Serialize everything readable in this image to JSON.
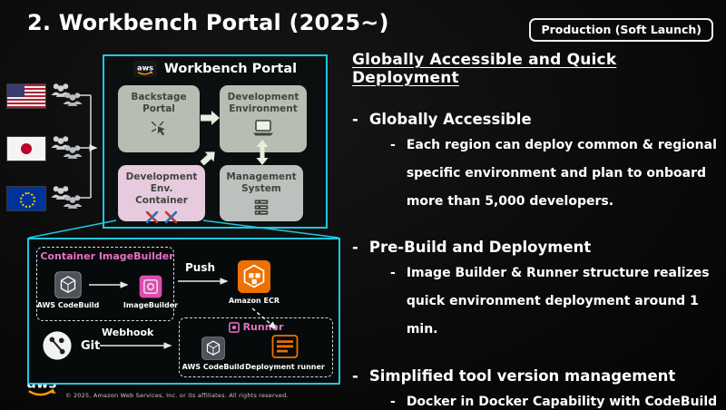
{
  "marker": "-",
  "slide": {
    "title": "2. Workbench Portal (2025~)",
    "badge": "Production (Soft Launch)",
    "aws_logo_text": "aws",
    "copyright": "© 2025, Amazon Web Services, Inc. or its affiliates. All rights reserved."
  },
  "portal": {
    "title": "Workbench Portal",
    "nodes": {
      "backstage": "Backstage Portal",
      "dev_env": "Development Environment",
      "dev_container": "Development Env. Container",
      "mgmt": "Management System"
    }
  },
  "build": {
    "image_builder_box": {
      "title": "Container ImageBuilder",
      "codebuild_label": "AWS CodeBuild",
      "imagebuilder_label": "ImageBuilder"
    },
    "push_label": "Push",
    "ecr_label": "Amazon ECR",
    "git_label": "Git",
    "webhook_label": "Webhook",
    "runner_box": {
      "title": "Runner",
      "codebuild_label": "AWS CodeBuild",
      "runner_label": "Deployment runner"
    }
  },
  "right_panel": {
    "heading": "Globally Accessible and Quick Deployment",
    "bullets": [
      {
        "label": "Globally Accessible",
        "sub": "Each region can deploy common & regional specific environment and plan to onboard more than 5,000 developers."
      },
      {
        "label": "Pre-Build and Deployment",
        "sub": "Image Builder & Runner structure realizes quick environment deployment around 1 min."
      },
      {
        "label": "Simplified tool version management",
        "sub": "Docker in Docker Capability with CodeBuild"
      }
    ]
  },
  "icons": {
    "aws_logo": "aws-smile-logo",
    "regions": [
      "us-flag-icon",
      "japan-flag-icon",
      "eu-flag-icon"
    ],
    "users": "user-group-icon",
    "backstage_portal": "cursor-click-icon",
    "development_environment": "laptop-icon",
    "development_env_container": "crossed-tools-icon",
    "management_system": "server-stack-icon",
    "codebuild": "aws-codebuild-icon",
    "imagebuilder": "image-builder-icon",
    "ecr": "amazon-ecr-icon",
    "git": "git-icon",
    "deployment_runner": "deployment-runner-icon"
  },
  "colors": {
    "background": "#0b0b0b",
    "accent_cyan": "#1ec8de",
    "accent_pink": "#e76fc5",
    "aws_orange": "#ff9900",
    "ecr_orange": "#ed7100",
    "node_gray": "#b6bdb3",
    "node_pink": "#e7cade"
  }
}
